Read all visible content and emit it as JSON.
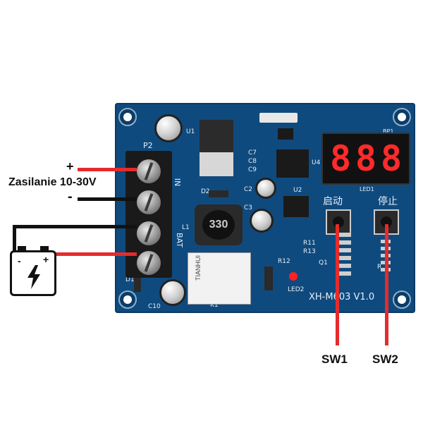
{
  "power_label": "Zasilanie 10-30V",
  "plus_sign": "+",
  "minus_sign": "-",
  "battery_minus": "-",
  "battery_plus": "+",
  "display_digits": [
    "8",
    "8",
    "8"
  ],
  "btn_start_label": "启动",
  "btn_stop_label": "停止",
  "model_label": "XH-M603 V1.0",
  "relay_text": "TIANHUI",
  "inductor_text": "330",
  "sw1_label": "SW1",
  "sw2_label": "SW2",
  "silk": {
    "p2": "P2",
    "u1": "U1",
    "in": "IN",
    "bat": "BAT",
    "k1": "K1",
    "c10": "C10",
    "d1": "D1",
    "d2": "D2",
    "l1": "L1",
    "led2": "LED2",
    "u4": "U4",
    "u2": "U2",
    "q1": "Q1",
    "c2": "C2",
    "c3": "C3",
    "c7": "C7",
    "c8": "C8",
    "c9": "C9",
    "r12": "R12",
    "r13": "R13",
    "r11": "R11",
    "r9": "R9",
    "led1": "LED1",
    "bp1": "BP1"
  },
  "colors": {
    "pcb": "#0f4a7e",
    "wire_red": "#e52b2b",
    "wire_black": "#111111",
    "digit_red": "#ff2a2a"
  }
}
